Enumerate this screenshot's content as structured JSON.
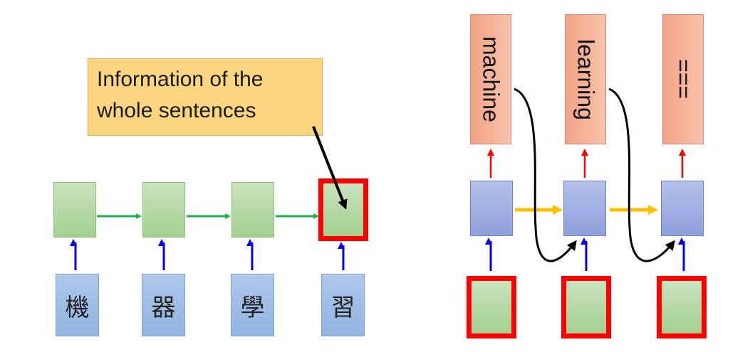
{
  "callout": {
    "line1": "Information of the",
    "line2": "whole sentences"
  },
  "input_chars": [
    "機",
    "器",
    "學",
    "習"
  ],
  "outputs": [
    "machine",
    "learning",
    "==="
  ],
  "colors": {
    "green_arrow": "#1fb050",
    "blue_arrow": "#0000ee",
    "red_arrow": "#ff0000",
    "yellow_arrow": "#ffc000",
    "highlight": "#ff0000",
    "callout_fill": "#fbd580"
  }
}
